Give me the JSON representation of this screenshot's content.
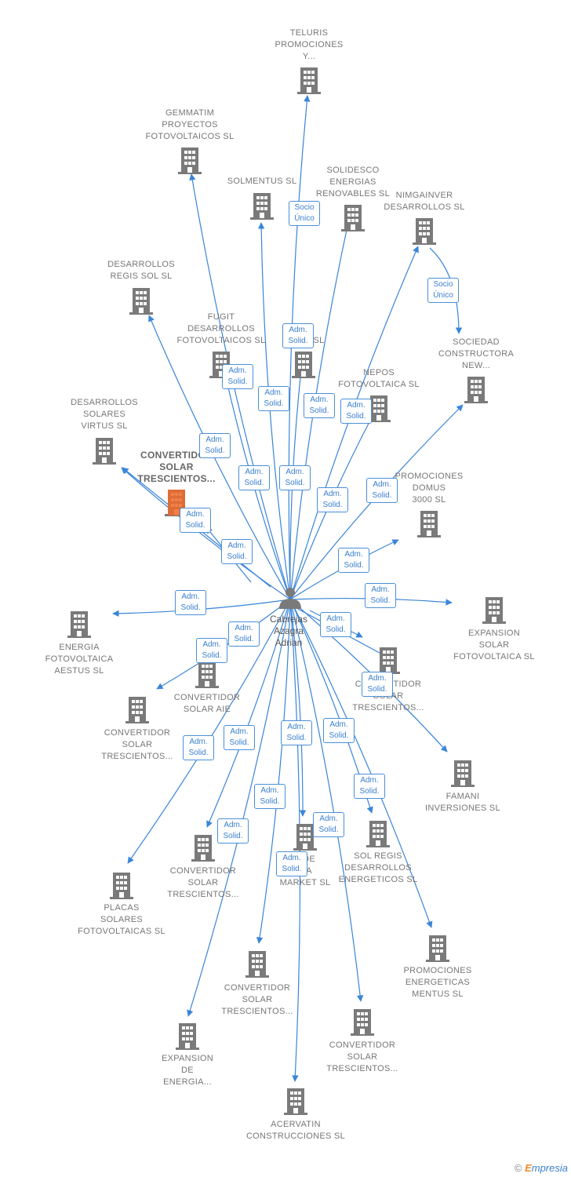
{
  "person": {
    "name_lines": [
      "Cabrejas",
      "Azagra",
      "Adrian"
    ]
  },
  "companies": [
    {
      "id": "teluris",
      "lines": [
        "TELURIS",
        "PROMOCIONES",
        "Y..."
      ]
    },
    {
      "id": "gemmatim",
      "lines": [
        "GEMMATIM",
        "PROYECTOS",
        "FOTOVOLTAICOS SL"
      ]
    },
    {
      "id": "solmentus",
      "lines": [
        "SOLMENTUS SL"
      ]
    },
    {
      "id": "solidesco",
      "lines": [
        "SOLIDESCO",
        "ENERGIAS",
        "RENOVABLES SL"
      ]
    },
    {
      "id": "nimgainver",
      "lines": [
        "NIMGAINVER",
        "DESARROLLOS SL"
      ]
    },
    {
      "id": "desarrollos-regis",
      "lines": [
        "DESARROLLOS",
        "REGIS SOL SL"
      ]
    },
    {
      "id": "fugit",
      "lines": [
        "FUGIT",
        "DESARROLLOS",
        "FOTOVOLTAICOS SL"
      ]
    },
    {
      "id": "ar9",
      "lines": [
        "AR... 9 SL"
      ]
    },
    {
      "id": "sociedad",
      "lines": [
        "SOCIEDAD",
        "CONSTRUCTORA",
        "NEW..."
      ]
    },
    {
      "id": "nepos",
      "lines": [
        "NEPOS",
        "FOTOVOLTAICA SL"
      ]
    },
    {
      "id": "virtus",
      "lines": [
        "DESARROLLOS",
        "SOLARES",
        "VIRTUS SL"
      ]
    },
    {
      "id": "conv-focus",
      "lines": [
        "CONVERTIDOR",
        "SOLAR",
        "TRESCIENTOS..."
      ],
      "focus": true
    },
    {
      "id": "domus",
      "lines": [
        "PROMOCIONES",
        "DOMUS",
        "3000 SL"
      ]
    },
    {
      "id": "aestus",
      "lines": [
        "ENERGIA",
        "FOTOVOLTAICA",
        "AESTUS SL"
      ]
    },
    {
      "id": "expansion-fv",
      "lines": [
        "EXPANSION",
        "SOLAR",
        "FOTOVOLTAICA SL"
      ]
    },
    {
      "id": "conv-aie",
      "lines": [
        "CONVERTIDOR",
        "SOLAR AIE"
      ]
    },
    {
      "id": "conv-right",
      "lines": [
        "CONVERTIDOR",
        "SOLAR",
        "TRESCIENTOS..."
      ]
    },
    {
      "id": "conv-left",
      "lines": [
        "CONVERTIDOR",
        "SOLAR",
        "TRESCIENTOS..."
      ]
    },
    {
      "id": "famani",
      "lines": [
        "FAMANI",
        "INVERSIONES SL"
      ]
    },
    {
      "id": "placas",
      "lines": [
        "PLACAS",
        "SOLARES",
        "FOTOVOLTAICAS SL"
      ]
    },
    {
      "id": "conv-mid",
      "lines": [
        "CONVERTIDOR",
        "SOLAR",
        "TRESCIENTOS..."
      ]
    },
    {
      "id": "market",
      "lines": [
        "...DE",
        "...A",
        "MARKET SL"
      ]
    },
    {
      "id": "sol-regis",
      "lines": [
        "SOL REGIS",
        "DESARROLLOS",
        "ENERGETICOS SL"
      ]
    },
    {
      "id": "promo-energeticas",
      "lines": [
        "PROMOCIONES",
        "ENERGETICAS",
        "MENTUS SL"
      ]
    },
    {
      "id": "conv-bottom",
      "lines": [
        "CONVERTIDOR",
        "SOLAR",
        "TRESCIENTOS..."
      ]
    },
    {
      "id": "expansion-energia",
      "lines": [
        "EXPANSION",
        "DE",
        "ENERGIA..."
      ]
    },
    {
      "id": "conv-bottom-right",
      "lines": [
        "CONVERTIDOR",
        "SOLAR",
        "TRESCIENTOS..."
      ]
    },
    {
      "id": "acervatin",
      "lines": [
        "ACERVATIN",
        "CONSTRUCCIONES SL"
      ]
    }
  ],
  "relation_badges": [
    {
      "lines": [
        "Socio",
        "Único"
      ]
    },
    {
      "lines": [
        "Socio",
        "Único"
      ]
    },
    {
      "lines": [
        "Adm.",
        "Solid."
      ]
    }
  ],
  "colors": {
    "edge": "#3a85d8",
    "building": "#7a7a7a",
    "focus_building": "#f06a2a",
    "person": "#7a7a7a"
  },
  "footer": {
    "copyright": "©",
    "brand_e": "E",
    "brand_rest": "mpresia"
  }
}
